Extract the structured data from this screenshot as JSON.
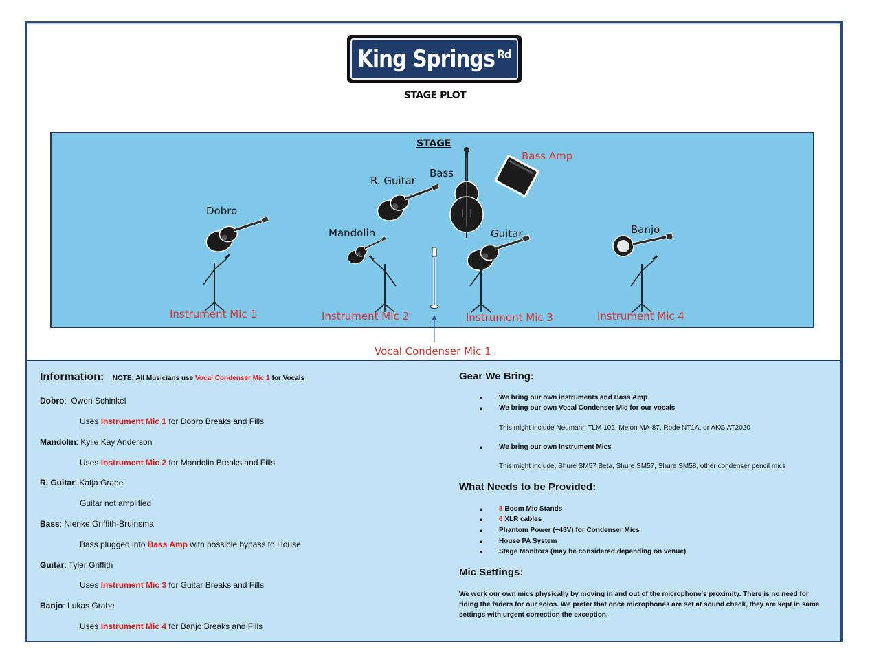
{
  "header": {
    "sign_text": "King Springs",
    "sign_suffix": "Rd",
    "title": "STAGE PLOT"
  },
  "stage": {
    "label": "STAGE",
    "instruments": [
      {
        "name": "Dobro"
      },
      {
        "name": "R. Guitar"
      },
      {
        "name": "Bass"
      },
      {
        "name": "Bass Amp"
      },
      {
        "name": "Mandolin"
      },
      {
        "name": "Guitar"
      },
      {
        "name": "Banjo"
      }
    ],
    "mics": [
      {
        "label": "Instrument Mic 1"
      },
      {
        "label": "Instrument Mic 2"
      },
      {
        "label": "Instrument Mic 3"
      },
      {
        "label": "Instrument Mic 4"
      },
      {
        "label": "Vocal Condenser Mic 1"
      }
    ]
  },
  "information": {
    "heading": "Information:",
    "note_prefix": "NOTE: All Musicians use",
    "note_highlight": "Vocal Condenser Mic 1",
    "note_suffix": "for Vocals",
    "entries": [
      {
        "role": "Dobro",
        "sep": ":  ",
        "name": "Owen Schinkel",
        "pre": "Uses ",
        "highlight": "Instrument Mic 1",
        "post": " for Dobro Breaks and Fills"
      },
      {
        "role": "Mandolin",
        "sep": ": ",
        "name": "Kylie Kay Anderson",
        "pre": "Uses ",
        "highlight": "Instrument Mic 2",
        "post": " for Mandolin Breaks and Fills"
      },
      {
        "role": "R. Guitar",
        "sep": ": ",
        "name": "Katja Grabe",
        "pre": "Guitar not amplified",
        "highlight": "",
        "post": ""
      },
      {
        "role": "Bass",
        "sep": ": ",
        "name": "Nienke Griffith-Bruinsma",
        "pre": "Bass plugged into ",
        "highlight": "Bass Amp",
        "post": " with possible bypass to House"
      },
      {
        "role": "Guitar",
        "sep": ": ",
        "name": "Tyler Griffith",
        "pre": "Uses ",
        "highlight": "Instrument Mic 3",
        "post": " for Guitar Breaks and Fills"
      },
      {
        "role": "Banjo",
        "sep": ": ",
        "name": "Lukas Grabe",
        "pre": "Uses ",
        "highlight": "Instrument Mic 4",
        "post": " for Banjo Breaks and Fills"
      }
    ]
  },
  "gear": {
    "heading": "Gear We Bring:",
    "item1": "We bring our own instruments and Bass Amp",
    "item2": "We bring our own Vocal Condenser Mic for our vocals",
    "item2_sub": "This might include Neumann TLM 102, Melon MA-87, Rode NT1A, or AKG AT2020",
    "item3": "We bring our own Instrument Mics",
    "item3_sub": "This might include, Shure SM57 Beta, Shure SM57, Shure SM58, other condenser pencil mics"
  },
  "provided": {
    "heading": "What Needs to be Provided:",
    "item1_count": "5",
    "item1_text": " Boom Mic Stands",
    "item2_count": "6",
    "item2_text": " XLR cables",
    "item3": "Phantom Power (+48V) for Condenser Mics",
    "item4": "House PA System",
    "item5": "Stage Monitors (may be considered depending on venue)"
  },
  "mic_settings": {
    "heading": "Mic Settings:",
    "text": "We work our own mics physically by moving in and out of the microphone's proximity.  There is no need for riding the faders for our solos.  We prefer that once microphones are set at sound check, they are kept in same settings with urgent correction the exception."
  },
  "colors": {
    "stage": "#7fc8ea",
    "info": "#c2e3f5",
    "highlight": "#e0201a",
    "border": "#2a4a7a"
  }
}
